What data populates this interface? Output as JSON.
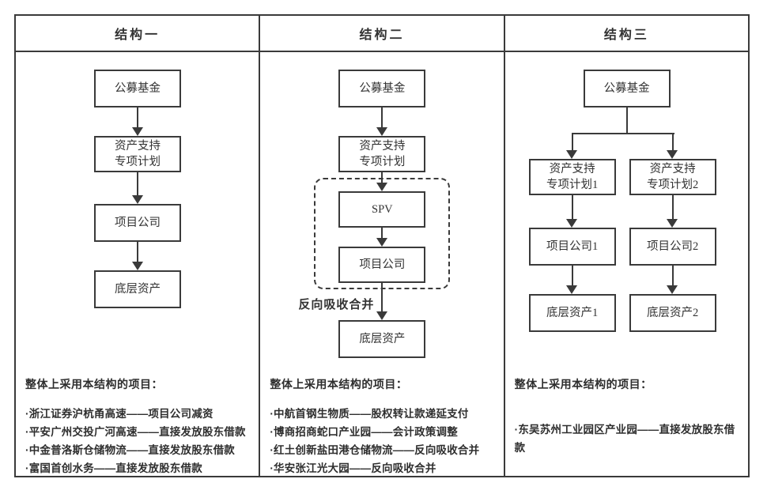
{
  "diagram": {
    "columns": [
      {
        "header": "结构一",
        "nodes": {
          "fund": "公募基金",
          "abs_plan": "资产支持\n专项计划",
          "project_co": "项目公司",
          "underlying": "底层资产"
        },
        "projects_title": "整体上采用本结构的项目：",
        "projects": [
          "·浙江证券沪杭甬高速——项目公司减资",
          "·平安广州交投广河高速——直接发放股东借款",
          "·中金普洛斯仓储物流——直接发放股东借款",
          "·富国首创水务——直接发放股东借款"
        ]
      },
      {
        "header": "结构二",
        "nodes": {
          "fund": "公募基金",
          "abs_plan": "资产支持\n专项计划",
          "spv": "SPV",
          "project_co": "项目公司",
          "underlying": "底层资产"
        },
        "merge_label": "反向吸收合并",
        "projects_title": "整体上采用本结构的项目：",
        "projects": [
          "·中航首钢生物质——股权转让款递延支付",
          "·博商招商蛇口产业园——会计政策调整",
          "·红土创新盐田港仓储物流——反向吸收合并",
          "·华安张江光大园——反向吸收合并"
        ]
      },
      {
        "header": "结构三",
        "nodes": {
          "fund": "公募基金",
          "abs_plan_1": "资产支持\n专项计划1",
          "abs_plan_2": "资产支持\n专项计划2",
          "project_co_1": "项目公司1",
          "project_co_2": "项目公司2",
          "underlying_1": "底层资产1",
          "underlying_2": "底层资产2"
        },
        "projects_title": "整体上采用本结构的项目：",
        "projects": [
          "·东吴苏州工业园区产业园——直接发放股东借款"
        ]
      }
    ],
    "colors": {
      "line": "#3a3a3a",
      "text": "#2e2e2e"
    }
  }
}
